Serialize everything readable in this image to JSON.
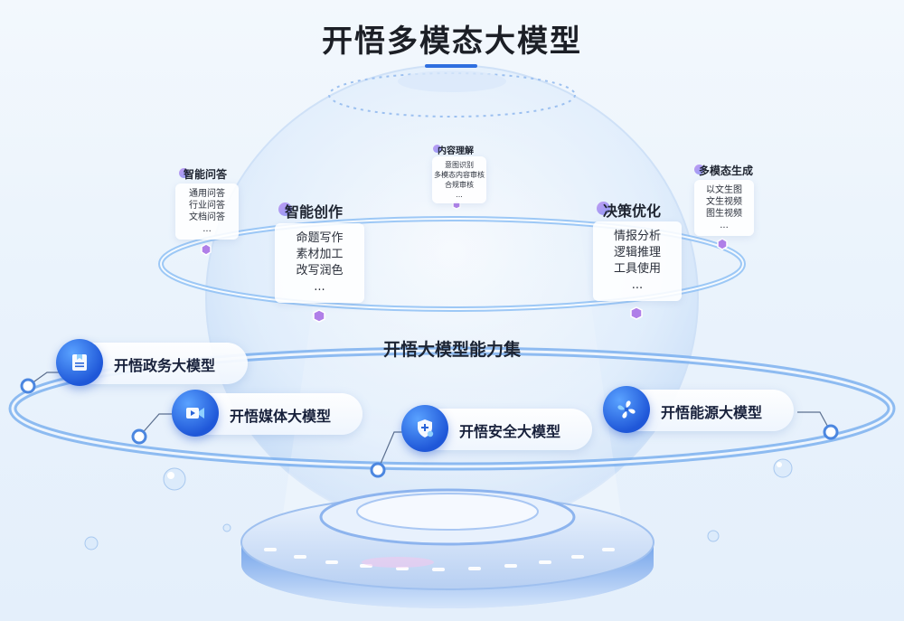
{
  "title": "开悟多模态大模型",
  "center_label": "开悟大模型能力集",
  "capabilities": {
    "intelligent_qa": {
      "title": "智能问答",
      "items": [
        "通用问答",
        "行业问答",
        "文档问答",
        "..."
      ]
    },
    "content_understanding": {
      "title": "内容理解",
      "items": [
        "意图识别",
        "多模态内容审核",
        "合规审核",
        "..."
      ]
    },
    "multimodal_generation": {
      "title": "多模态生成",
      "items": [
        "以文生图",
        "文生视频",
        "图生视频",
        "..."
      ]
    },
    "intelligent_creation": {
      "title": "智能创作",
      "items": [
        "命题写作",
        "素材加工",
        "改写润色",
        "..."
      ]
    },
    "decision_optimization": {
      "title": "决策优化",
      "items": [
        "情报分析",
        "逻辑推理",
        "工具使用",
        "..."
      ]
    }
  },
  "models": {
    "gov": {
      "label": "开悟政务大模型",
      "icon": "document-icon"
    },
    "media": {
      "label": "开悟媒体大模型",
      "icon": "video-camera-icon"
    },
    "security": {
      "label": "开悟安全大模型",
      "icon": "shield-icon"
    },
    "energy": {
      "label": "开悟能源大模型",
      "icon": "fan-icon"
    }
  },
  "colors": {
    "accent": "#2f6fe0",
    "ring": "#7fb4f2",
    "icon_bg": "#1f57d8"
  }
}
